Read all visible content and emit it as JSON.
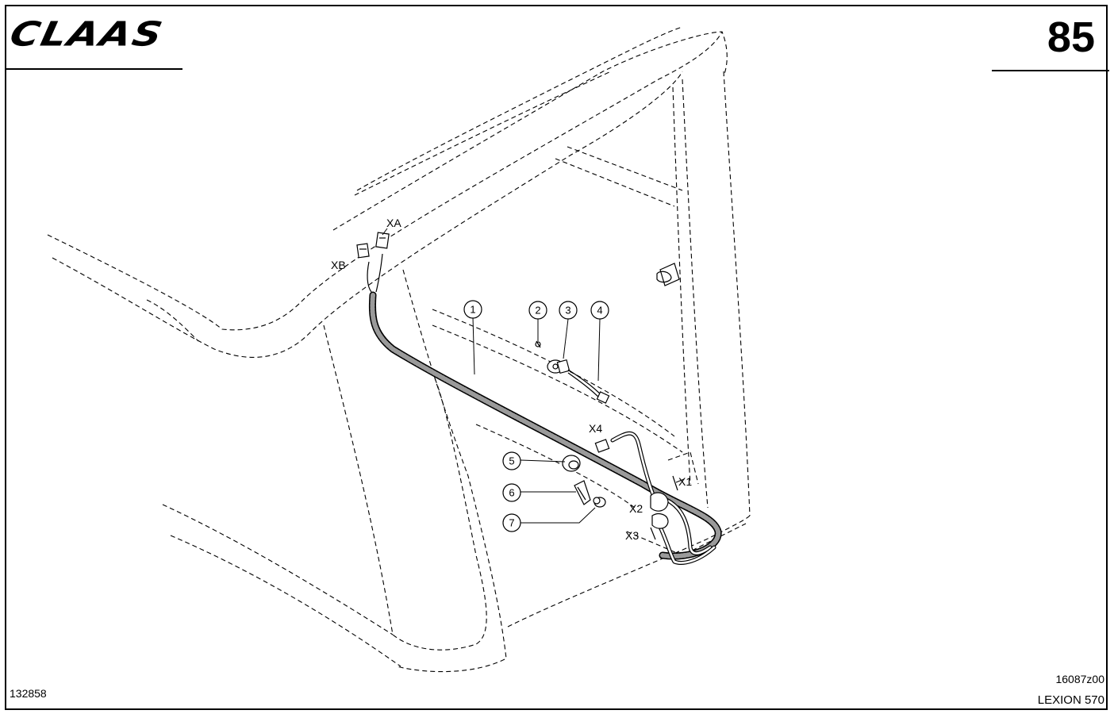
{
  "header": {
    "brand": "CLAAS",
    "page_number": "85"
  },
  "footer": {
    "part_code": "132858",
    "drawing_code": "16087z00",
    "model": "LEXION 570"
  },
  "connector_labels": {
    "xa": "XA",
    "xb": "XB",
    "x4": "X4",
    "x1": "X1",
    "x2": "X2",
    "x3": "X3"
  },
  "callouts": [
    "1",
    "2",
    "3",
    "4",
    "5",
    "6",
    "7"
  ]
}
